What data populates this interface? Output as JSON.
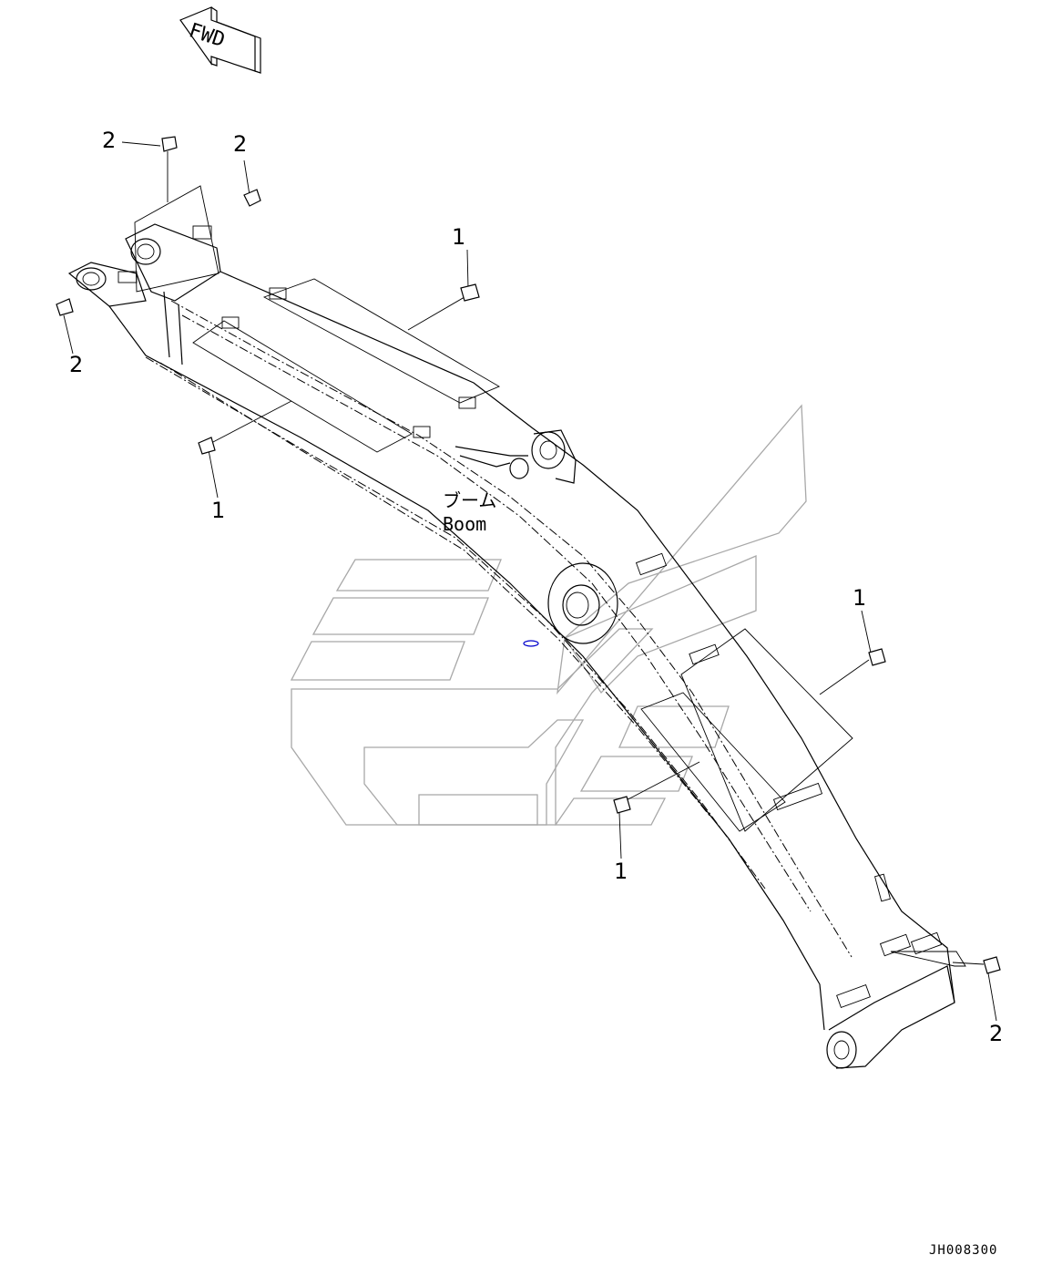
{
  "drawing": {
    "direction_label": "FWD",
    "part_label_jp": "ブーム",
    "part_label_en": "Boom",
    "drawing_code": "JH008300",
    "accent_color": "#0000cc",
    "watermark_color": "#a8a8a8"
  },
  "callouts": [
    {
      "id": "c1",
      "label": "2"
    },
    {
      "id": "c2",
      "label": "2"
    },
    {
      "id": "c3",
      "label": "1"
    },
    {
      "id": "c4",
      "label": "2"
    },
    {
      "id": "c5",
      "label": "1"
    },
    {
      "id": "c6",
      "label": "1"
    },
    {
      "id": "c7",
      "label": "1"
    },
    {
      "id": "c8",
      "label": "2"
    }
  ]
}
